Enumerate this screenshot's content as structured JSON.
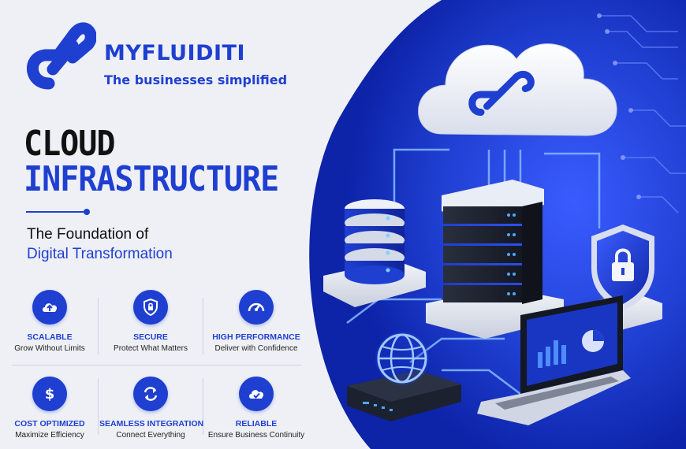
{
  "brand": {
    "name": "MYFLUIDITI",
    "tagline": "The businesses simplified"
  },
  "headline": {
    "line1": "CLOUD",
    "line2": "INFRASTRUCTURE"
  },
  "subheadline": {
    "line1": "The Foundation of",
    "line2": "Digital Transformation"
  },
  "features": [
    {
      "title": "SCALABLE",
      "desc": "Grow Without Limits",
      "icon": "cloud-upload-icon"
    },
    {
      "title": "SECURE",
      "desc": "Protect What Matters",
      "icon": "shield-lock-icon"
    },
    {
      "title": "HIGH PERFORMANCE",
      "desc": "Deliver with Confidence",
      "icon": "speedometer-icon"
    },
    {
      "title": "COST OPTIMIZED",
      "desc": "Maximize Efficiency",
      "icon": "dollar-icon"
    },
    {
      "title": "SEAMLESS INTEGRATION",
      "desc": "Connect Everything",
      "icon": "sync-arrows-icon"
    },
    {
      "title": "RELIABLE",
      "desc": "Ensure Business Continuity",
      "icon": "cloud-check-icon"
    }
  ],
  "colors": {
    "brand_blue": "#1f3fd1",
    "background": "#eef0f6",
    "heading_dark": "#111111"
  }
}
